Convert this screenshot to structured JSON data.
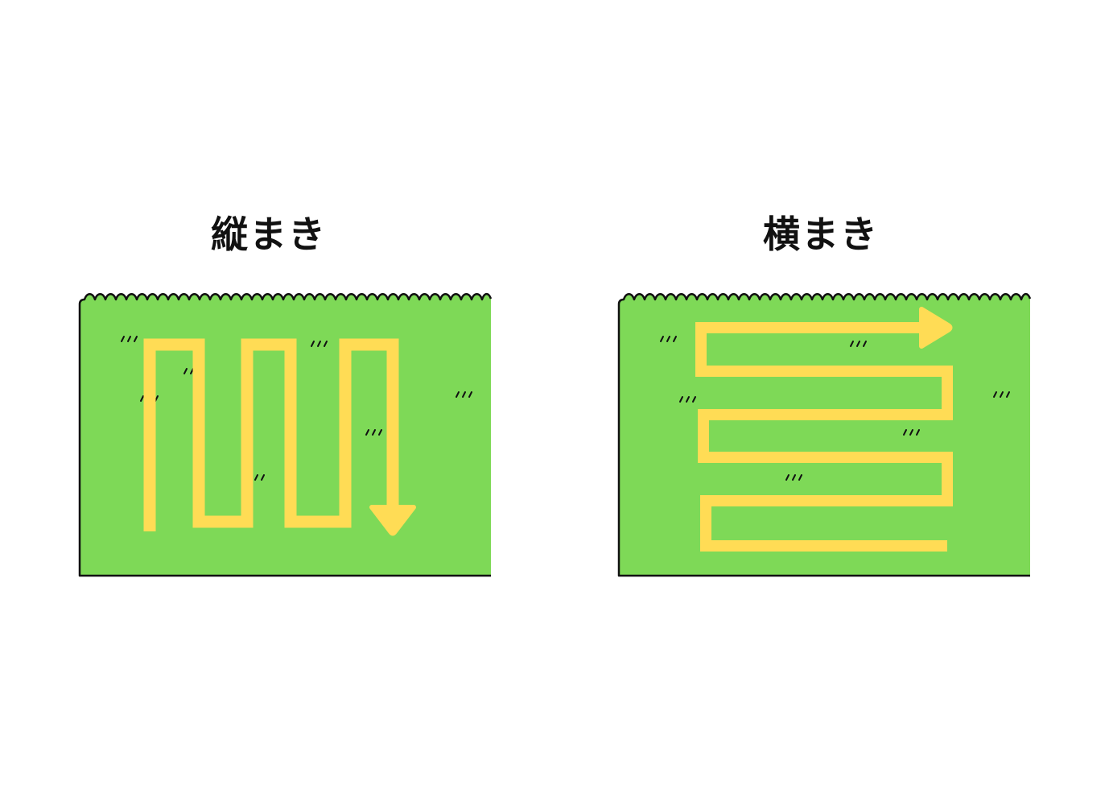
{
  "colors": {
    "background": "#ffffff",
    "lawn": "#7ed957",
    "path": "#ffdc55",
    "outline": "#111111",
    "title": "#111111"
  },
  "panels": {
    "left": {
      "title": "縦まき",
      "direction": "vertical",
      "path_icon": "zigzag-vertical-arrow-icon",
      "grass_icon": "grass-tuft-icon"
    },
    "right": {
      "title": "横まき",
      "direction": "horizontal",
      "path_icon": "zigzag-horizontal-arrow-icon",
      "grass_icon": "grass-tuft-icon"
    }
  }
}
